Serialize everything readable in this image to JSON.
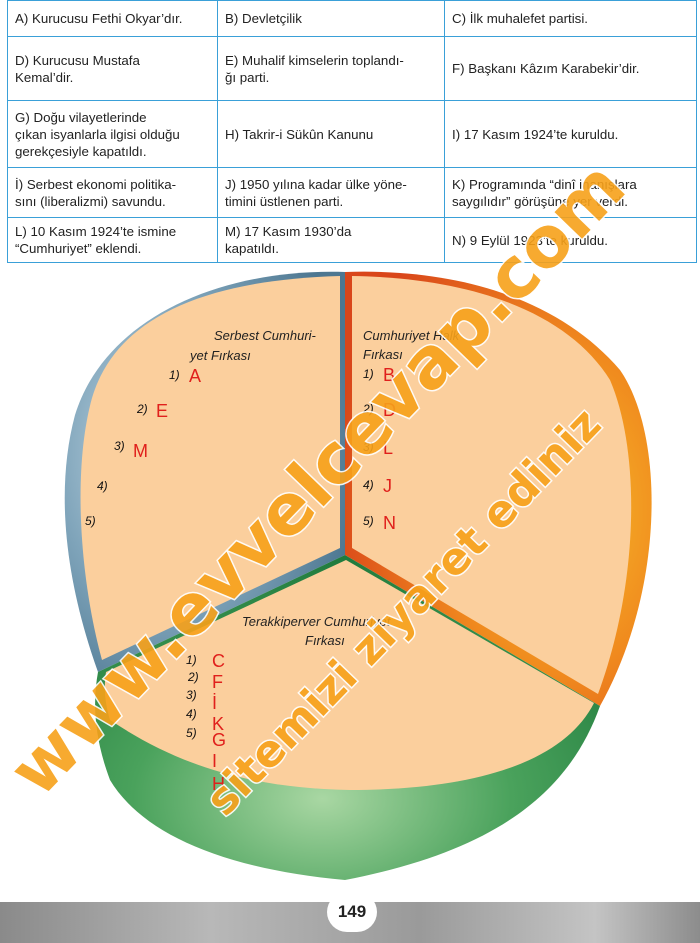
{
  "table": {
    "rows": [
      [
        "A) Kurucusu Fethi Okyar’dır.",
        "B) Devletçilik",
        "C) İlk muhalefet partisi."
      ],
      [
        "D) Kurucusu Mustafa\nKemal’dir.",
        "E) Muhalif kimselerin toplandı-\nğı parti.",
        "F) Başkanı Kâzım Karabekir’dir."
      ],
      [
        "G) Doğu vilayetlerinde\nçıkan isyanlarla ilgisi olduğu\ngerekçesiyle kapatıldı.",
        "H) Takrir-i Sükûn Kanunu",
        "I) 17 Kasım 1924’te kuruldu."
      ],
      [
        "İ) Serbest ekonomi politika-\nsını (liberalizmi) savundu.",
        "J) 1950 yılına kadar ülke yöne-\ntimini üstlenen parti.",
        "K) Programında “dinî inanışlara\nsaygılıdır” görüşüne yer verdi."
      ],
      [
        "L) 10 Kasım 1924’te ismine\n“Cumhuriyet” eklendi.",
        "M) 17 Kasım 1930’da\nkapatıldı.",
        "N) 9 Eylül 1923’te kuruldu."
      ]
    ]
  },
  "diagram": {
    "serbest": {
      "title_line1": "Serbest Cumhuri-",
      "title_line2": "yet Fırkası",
      "numbers": [
        "1)",
        "2)",
        "3)",
        "4)",
        "5)"
      ],
      "answers": [
        "A",
        "E",
        "M"
      ]
    },
    "chp": {
      "title_line1": "Cumhuriyet Halk",
      "title_line2": "Fırkası",
      "numbers": [
        "1)",
        "2)",
        "3)",
        "4)",
        "5)"
      ],
      "answers": [
        "B",
        "D",
        "L",
        "J",
        "N"
      ]
    },
    "terakkiperver": {
      "title_line1": "Terakkiperver Cumhuriyet",
      "title_line2": "Fırkası",
      "numbers": [
        "1)",
        "2)",
        "3)",
        "4)",
        "5)"
      ],
      "answers": [
        "C",
        "F",
        "İ",
        "K",
        "G",
        "I",
        "H"
      ]
    }
  },
  "watermark": {
    "line1": "www.evvelcevap.com",
    "line2": "sitemizi ziyaret ediniz"
  },
  "footer": {
    "page_number": "149"
  },
  "colors": {
    "table_border": "#3aa0d8",
    "segment_fill": "#fbcf9d",
    "answer_red": "#e0201c",
    "rim_blue": "#5e8aa3",
    "rim_orange": "#e46a1d",
    "rim_green": "#2f8a48",
    "watermark": "#f7a11a"
  }
}
